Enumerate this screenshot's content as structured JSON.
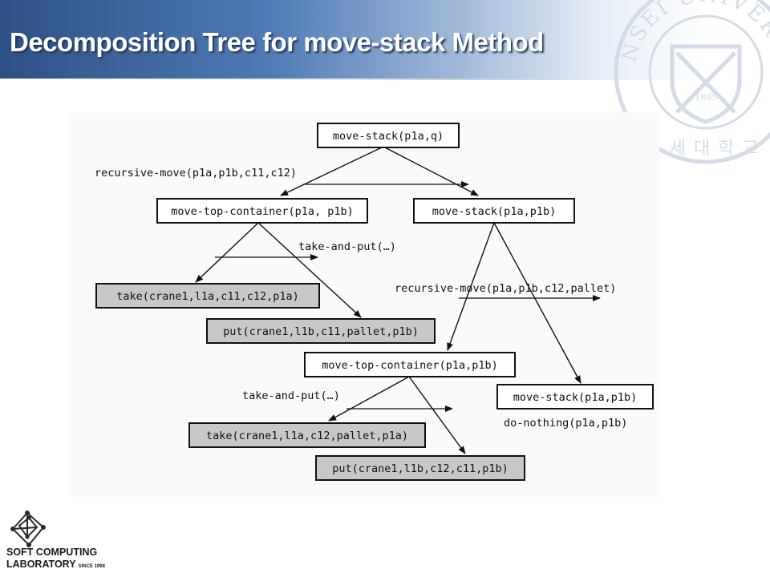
{
  "slide": {
    "title": "Decomposition Tree for move-stack Method"
  },
  "seal": {
    "text": "YONSEI UNIVERSITY",
    "year": "1885",
    "korean": "연세대학교"
  },
  "colors": {
    "header_dark": "#2e5185",
    "header_light": "#a9c0dd",
    "shaded_box": "#c8c8c8",
    "seal": "#d3dbe6"
  },
  "diagram": {
    "nodes": {
      "root": "move-stack(p1a,q)",
      "mtc1": "move-top-container(p1a, p1b)",
      "ms2": "move-stack(p1a,p1b)",
      "take1": "take(crane1,l1a,c11,c12,p1a)",
      "put1": "put(crane1,l1b,c11,pallet,p1b)",
      "mtc2": "move-top-container(p1a,p1b)",
      "ms3": "move-stack(p1a,p1b)",
      "take2": "take(crane1,l1a,c12,pallet,p1a)",
      "put2": "put(crane1,l1b,c12,c11,p1b)"
    },
    "method_labels": {
      "m1": "recursive-move(p1a,p1b,c11,c12)",
      "m2": "take-and-put(…)",
      "m3": "recursive-move(p1a,p1b,c12,pallet)",
      "m4": "take-and-put(…)",
      "m5": "do-nothing(p1a,p1b)"
    }
  },
  "logo": {
    "line1": "SOFT COMPUTING",
    "line2": "LABORATORY",
    "since": "SINCE 1998"
  }
}
